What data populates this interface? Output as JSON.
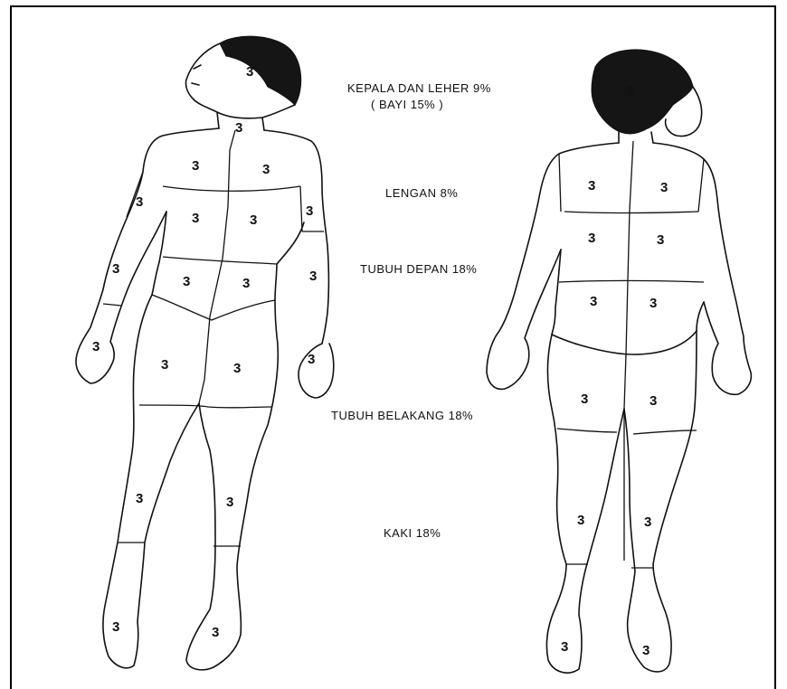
{
  "labels": {
    "head_neck": "KEPALA DAN LEHER 9%",
    "infant": "( BAYI 15% )",
    "arm": "LENGAN 8%",
    "front_torso": "TUBUH DEPAN 18%",
    "back_torso": "TUBUH BELAKANG 18%",
    "leg": "KAKI 18%"
  },
  "region_value": "3"
}
